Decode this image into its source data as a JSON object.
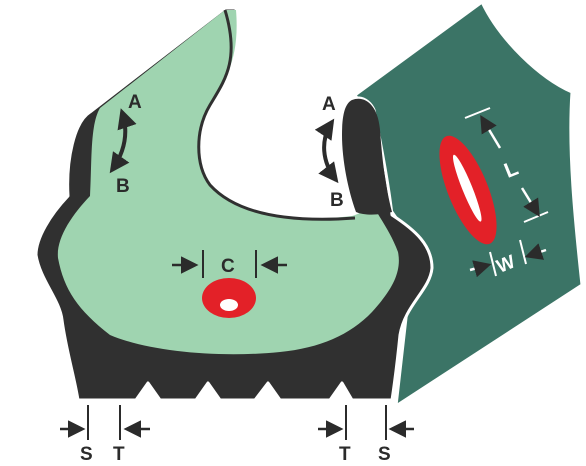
{
  "diagram": {
    "labels": {
      "a_left": "A",
      "b_left": "B",
      "a_right": "A",
      "b_right": "B",
      "c": "C",
      "l": "L",
      "w": "W",
      "s_left": "S",
      "t_left": "T",
      "t_right": "T",
      "s_right": "S"
    },
    "colors": {
      "tire_dark": "#303030",
      "interior_light_green": "#9fd4b0",
      "sidewall_dark_green": "#3b7466",
      "damage_red": "#e32128",
      "outline_white": "#ffffff",
      "arrow": "#2b2b2b"
    }
  }
}
